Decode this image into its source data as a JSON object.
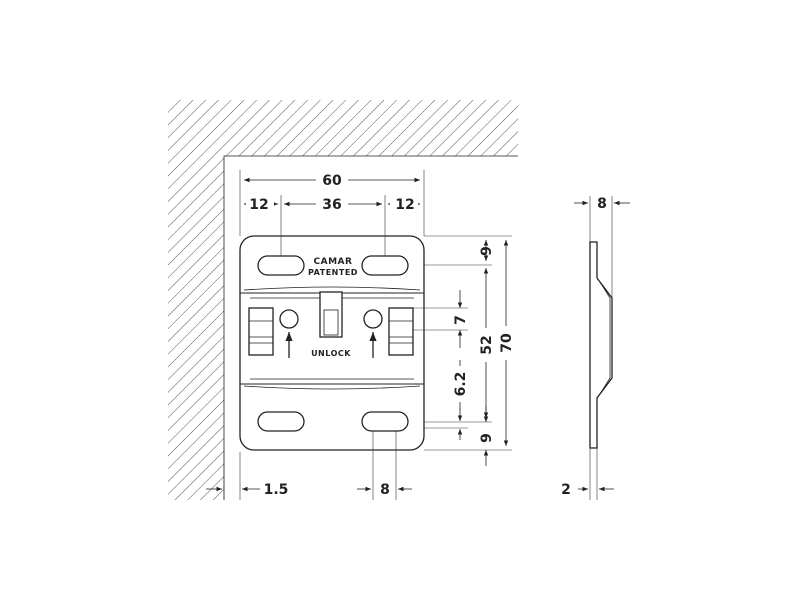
{
  "brand": {
    "logo": "CAMAR",
    "sub": "PATENTED",
    "unlock": "UNLOCK"
  },
  "dimensions": {
    "overall_width": "60",
    "left_offset": "12",
    "hole_spacing": "36",
    "right_offset": "12",
    "top_margin": "9",
    "lock_height": "7",
    "hole_vertical": "52",
    "overall_height": "70",
    "lower_gap": "6.2",
    "bottom_margin": "9",
    "wall_clearance": "1.5",
    "slot_width": "8",
    "profile_depth": "8",
    "plate_thickness": "2"
  }
}
